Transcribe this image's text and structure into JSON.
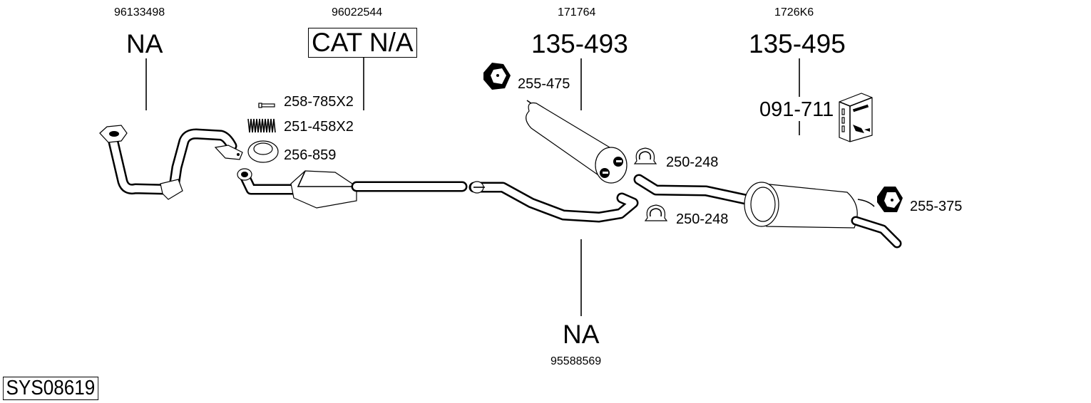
{
  "system_code": "SYS08619",
  "components": [
    {
      "id": "front-pipe",
      "oe_number": "96133498",
      "part_number": "NA"
    },
    {
      "id": "catalytic-converter",
      "oe_number": "96022544",
      "part_number": "CAT N/A"
    },
    {
      "id": "middle-silencer",
      "oe_number": "171764",
      "part_number": "135-493"
    },
    {
      "id": "rear-silencer",
      "oe_number": "1726K6",
      "part_number": "135-495",
      "mounting_kit": "091-711"
    },
    {
      "id": "intermediate-pipe",
      "oe_number": "95588569",
      "part_number": "NA"
    }
  ],
  "accessories": {
    "bolt": "258-785X2",
    "spring": "251-458X2",
    "gasket_ring": "256-859",
    "rubber_mount_mid": "255-475",
    "clamp_upper": "250-248",
    "clamp_lower": "250-248",
    "rubber_mount_rear": "255-375"
  },
  "colors": {
    "ink": "#000000",
    "background": "#ffffff"
  }
}
